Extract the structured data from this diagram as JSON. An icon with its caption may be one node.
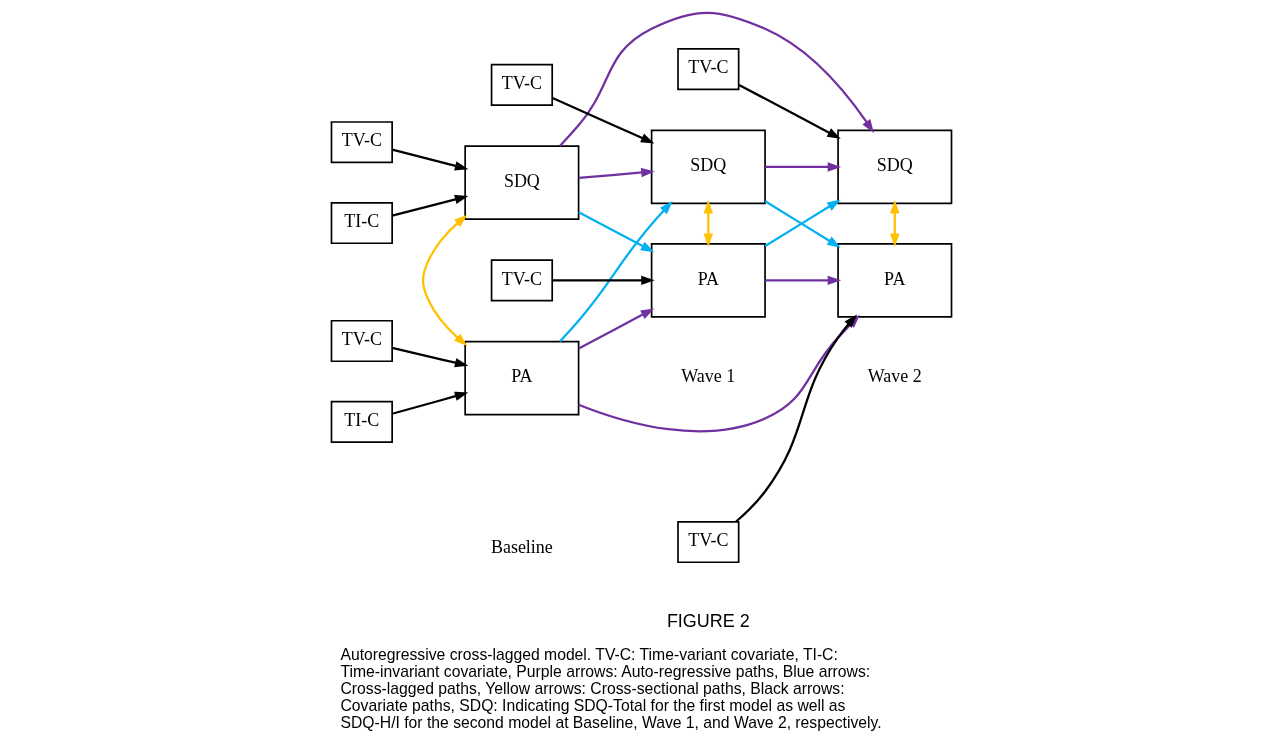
{
  "diagram": {
    "caption": "Autoregressive cross-lagged model. TV-C: Time-variant covariate, TI-C: Time-invariant covariate, Purple arrows: Auto-regressive paths, Blue arrows: Cross-lagged paths, Yellow arrows: Cross-sectional paths, Black arrows: Covariate paths, SDQ: Indicating SDQ-Total for the first model as well as SDQ-H/I for the second model at Baseline, Wave 1, and Wave 2, respectively.",
    "nodes": [
      {
        "text": [
          "TV-C"
        ]
      },
      {
        "text": [
          "TI-C"
        ]
      },
      {
        "text": [
          "SDQ"
        ]
      },
      {
        "text": [
          "PA"
        ]
      },
      {
        "text": [
          "TV-C"
        ]
      },
      {
        "text": [
          "TI-C"
        ]
      },
      {
        "text": [
          "TV-C"
        ]
      },
      {
        "text": [
          "SDQ"
        ]
      },
      {
        "text": [
          "PA"
        ]
      },
      {
        "text": [
          "TV-C"
        ]
      },
      {
        "text": [
          "TV-C"
        ]
      },
      {
        "text": [
          "SDQ"
        ]
      },
      {
        "text": [
          "PA"
        ]
      },
      {
        "text": [
          "TV-C"
        ]
      }
    ],
    "edges": [
      {
        "from": 0,
        "to": 2,
        "arrow": "to"
      },
      {
        "from": 1,
        "to": 2,
        "arrow": "to"
      },
      {
        "from": 4,
        "to": 3,
        "arrow": "to"
      },
      {
        "from": 5,
        "to": 3,
        "arrow": "to"
      },
      {
        "from": 6,
        "to": 7,
        "arrow": "to"
      },
      {
        "from": 9,
        "to": 8,
        "arrow": "to"
      },
      {
        "from": 10,
        "to": 11,
        "arrow": "to"
      },
      {
        "from": 13,
        "to": 12,
        "arrow": "to"
      },
      {
        "from": 2,
        "to": 7,
        "arrow": "to",
        "color": "#7030a0"
      },
      {
        "from": 7,
        "to": 11,
        "arrow": "to",
        "color": "#7030a0"
      },
      {
        "from": 3,
        "to": 8,
        "arrow": "to",
        "color": "#7030a0"
      },
      {
        "from": 8,
        "to": 12,
        "arrow": "to",
        "color": "#7030a0"
      },
      {
        "from": 2,
        "to": 11,
        "arrow": "to",
        "color": "#7030a0"
      },
      {
        "from": 3,
        "to": 12,
        "arrow": "to",
        "color": "#7030a0"
      },
      {
        "from": 2,
        "to": 8,
        "arrow": "to",
        "color": "#00b0f0"
      },
      {
        "from": 3,
        "to": 7,
        "arrow": "to",
        "color": "#00b0f0"
      },
      {
        "from": 7,
        "to": 12,
        "arrow": "to",
        "color": "#00b0f0"
      },
      {
        "from": 8,
        "to": 11,
        "arrow": "to",
        "color": "#00b0f0"
      },
      {
        "from": 2,
        "to": 3,
        "arrow": "both",
        "color": "#ffc000"
      },
      {
        "from": 7,
        "to": 8,
        "arrow": "both",
        "color": "#ffc000"
      },
      {
        "from": 11,
        "to": 12,
        "arrow": "both",
        "color": "#ffc000"
      }
    ],
    "labels": [
      "Baseline",
      "Wave 1",
      "Wave 2",
      "FIGURE 2"
    ]
  }
}
